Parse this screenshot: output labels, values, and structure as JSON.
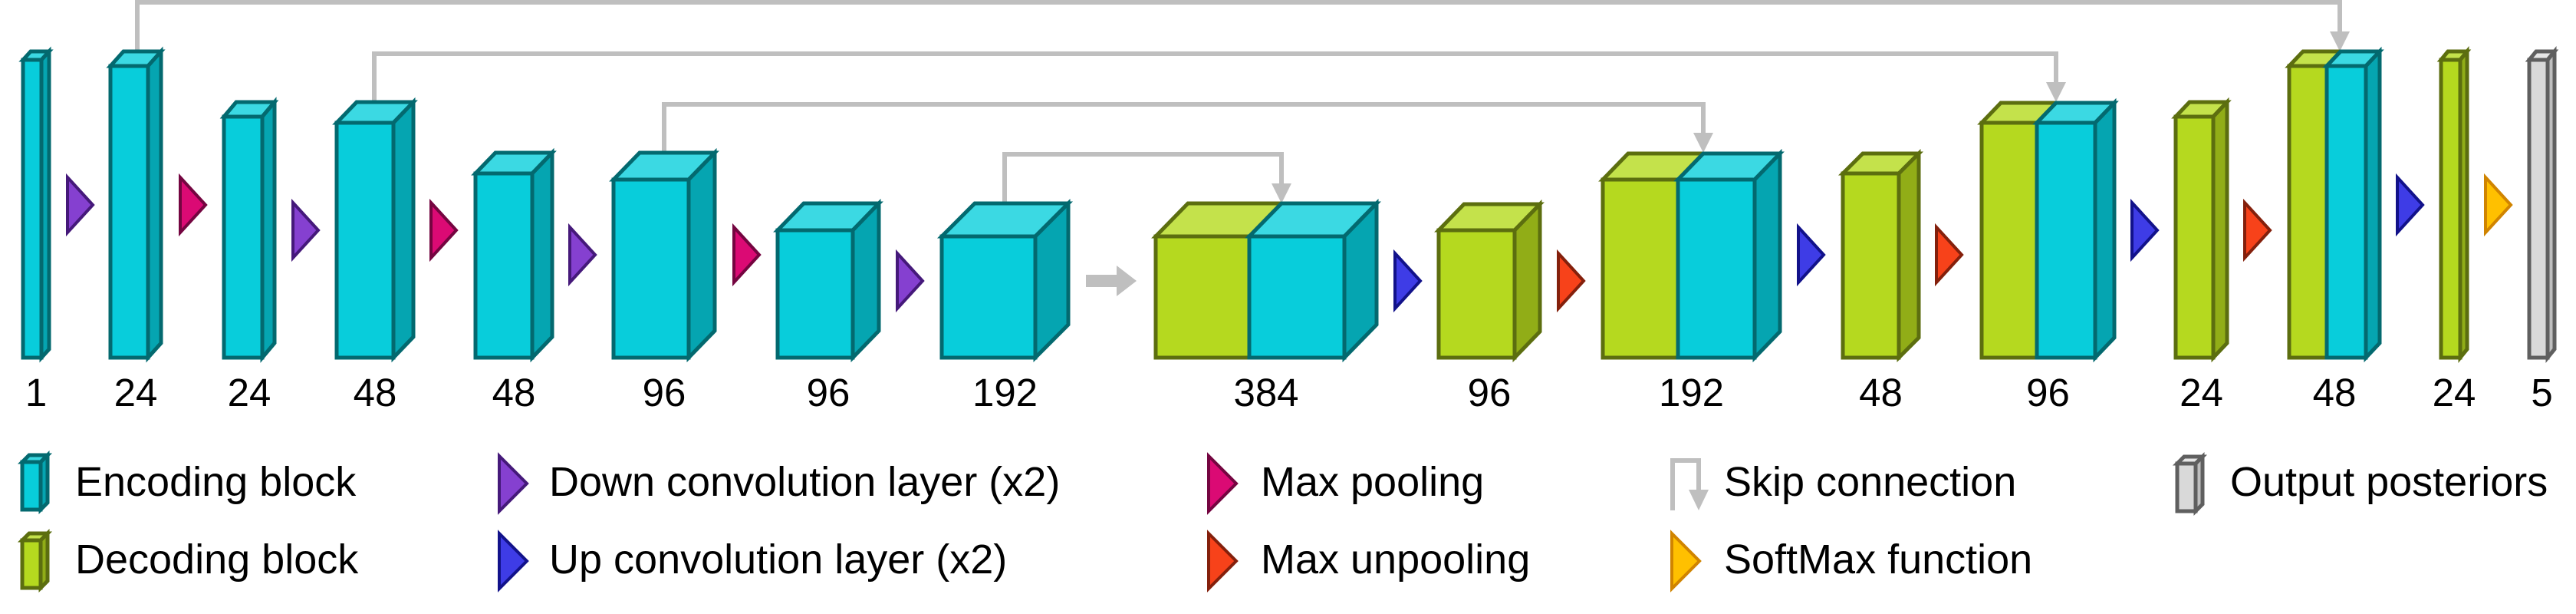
{
  "title": "U-Net style encoder-decoder network architecture",
  "colors": {
    "encoding_front": "#08CDDB",
    "encoding_top": "#3BD9E3",
    "encoding_side": "#05A5B1",
    "encoding_stroke": "#03696F",
    "decoding_front": "#B5D91F",
    "decoding_top": "#C4E24B",
    "decoding_side": "#91AD17",
    "decoding_stroke": "#5C6E0F",
    "output_front": "#D9D9D9",
    "output_top": "#E6E6E6",
    "output_side": "#BFBFBF",
    "output_stroke": "#5F5F5F",
    "skip": "#BFBFBF",
    "down_conv_fill": "#8540D0",
    "down_conv_stroke": "#45197A",
    "up_conv_fill": "#3E3CE6",
    "up_conv_stroke": "#12128A",
    "max_pool_fill": "#DB0A74",
    "max_pool_stroke": "#740540",
    "max_unpool_fill": "#F7421A",
    "max_unpool_stroke": "#84200C",
    "softmax_fill": "#FFC000",
    "softmax_stroke": "#D08400"
  },
  "layers": [
    {
      "type": "encoding",
      "channels": "1"
    },
    {
      "type": "op",
      "op": "down_conv"
    },
    {
      "type": "encoding",
      "channels": "24"
    },
    {
      "type": "op",
      "op": "max_pool"
    },
    {
      "type": "encoding",
      "channels": "24"
    },
    {
      "type": "op",
      "op": "down_conv"
    },
    {
      "type": "encoding",
      "channels": "48"
    },
    {
      "type": "op",
      "op": "max_pool"
    },
    {
      "type": "encoding",
      "channels": "48"
    },
    {
      "type": "op",
      "op": "down_conv"
    },
    {
      "type": "encoding",
      "channels": "96"
    },
    {
      "type": "op",
      "op": "max_pool"
    },
    {
      "type": "encoding",
      "channels": "96"
    },
    {
      "type": "op",
      "op": "down_conv"
    },
    {
      "type": "encoding",
      "channels": "192"
    },
    {
      "type": "op",
      "op": "bridge"
    },
    {
      "type": "concat",
      "channels": "384"
    },
    {
      "type": "op",
      "op": "up_conv"
    },
    {
      "type": "decoding",
      "channels": "96"
    },
    {
      "type": "op",
      "op": "max_unpool"
    },
    {
      "type": "concat",
      "channels": "192"
    },
    {
      "type": "op",
      "op": "up_conv"
    },
    {
      "type": "decoding",
      "channels": "48"
    },
    {
      "type": "op",
      "op": "max_unpool"
    },
    {
      "type": "concat",
      "channels": "96"
    },
    {
      "type": "op",
      "op": "up_conv"
    },
    {
      "type": "decoding",
      "channels": "24"
    },
    {
      "type": "op",
      "op": "max_unpool"
    },
    {
      "type": "concat",
      "channels": "48"
    },
    {
      "type": "op",
      "op": "up_conv"
    },
    {
      "type": "decoding",
      "channels": "24"
    },
    {
      "type": "op",
      "op": "softmax"
    },
    {
      "type": "output",
      "channels": "5"
    }
  ],
  "skip_connections": [
    {
      "from_channels": "24",
      "to_channels": "48"
    },
    {
      "from_channels": "48",
      "to_channels": "96"
    },
    {
      "from_channels": "96",
      "to_channels": "192"
    },
    {
      "from_channels": "192",
      "to_channels": "384"
    }
  ],
  "legend": [
    {
      "key": "encoding",
      "label": "Encoding block"
    },
    {
      "key": "decoding",
      "label": "Decoding block"
    },
    {
      "key": "down_conv",
      "label": "Down convolution layer (x2)"
    },
    {
      "key": "up_conv",
      "label": "Up convolution layer (x2)"
    },
    {
      "key": "max_pool",
      "label": "Max pooling"
    },
    {
      "key": "max_unpool",
      "label": "Max unpooling"
    },
    {
      "key": "skip",
      "label": "Skip connection"
    },
    {
      "key": "softmax",
      "label": "SoftMax function"
    },
    {
      "key": "output",
      "label": "Output posteriors"
    }
  ]
}
